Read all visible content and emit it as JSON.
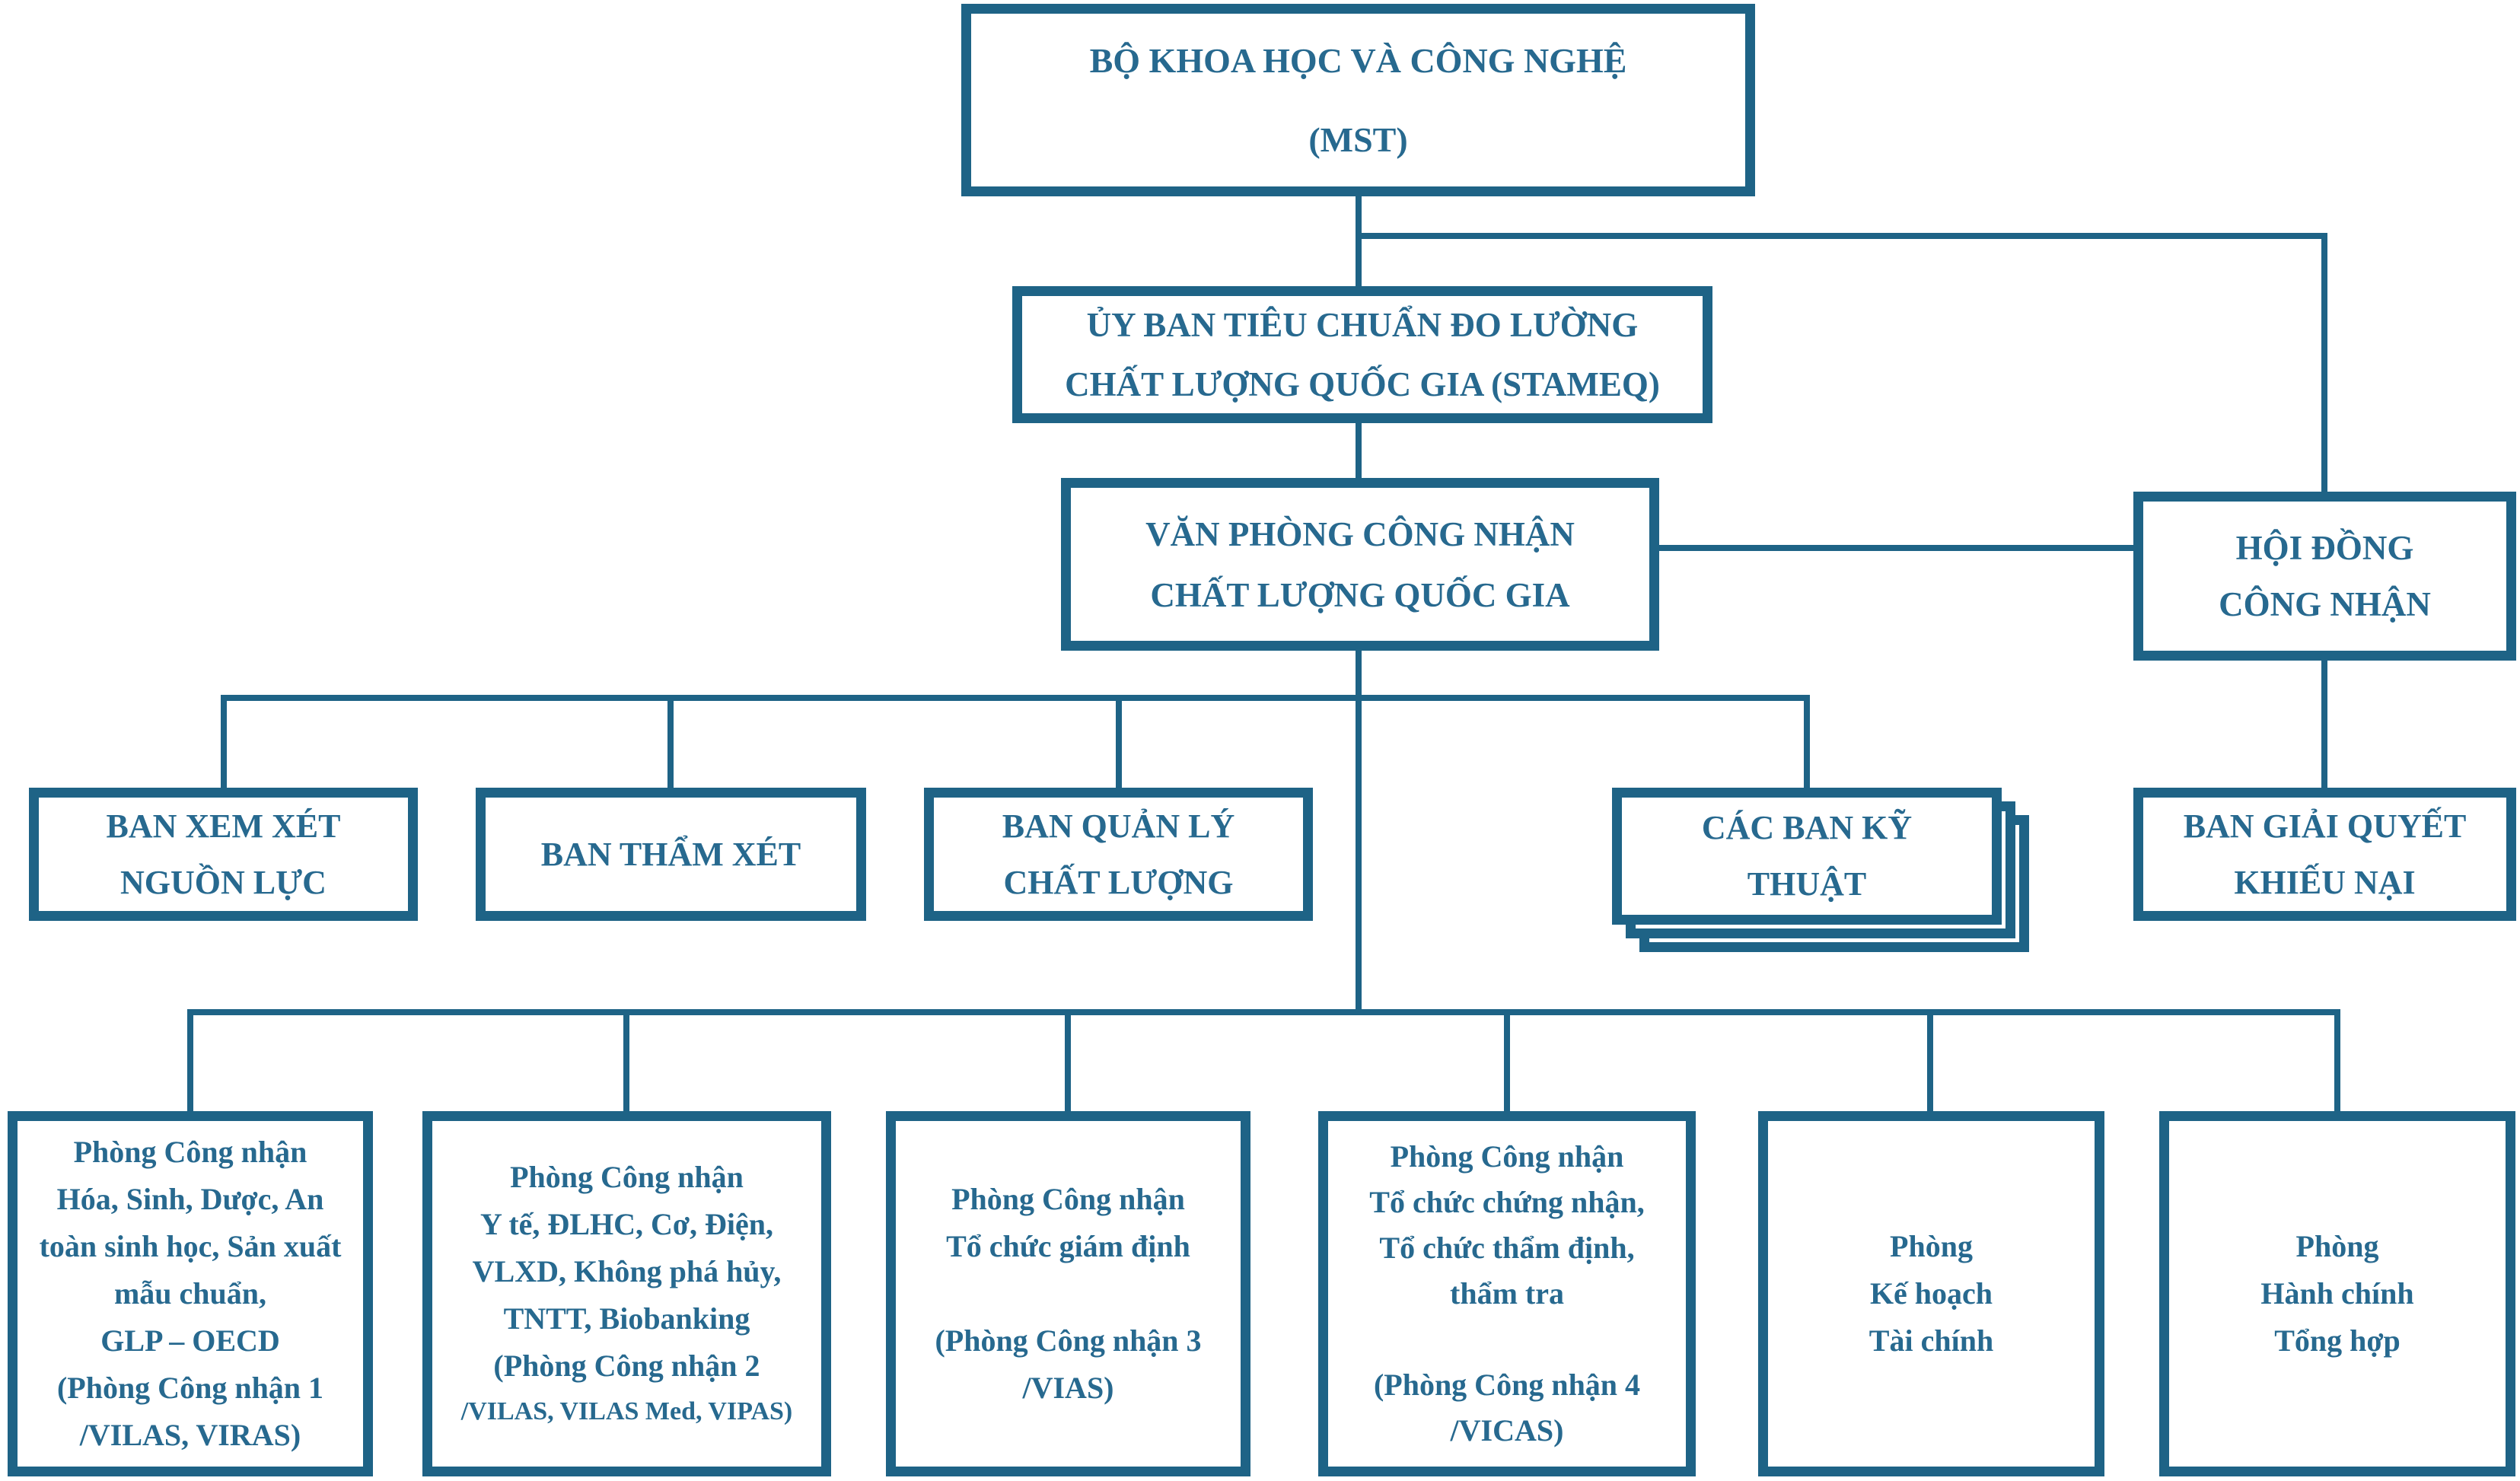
{
  "palette": {
    "line_color": "#1e6386",
    "text_color": "#27698f",
    "background": "#ffffff"
  },
  "nodes": {
    "mst": {
      "label": "BỘ KHOA HỌC VÀ CÔNG NGHỆ\n(MST)"
    },
    "stameq": {
      "label": "ỦY BAN TIÊU CHUẨN ĐO LƯỜNG\nCHẤT LƯỢNG QUỐC GIA (STAMEQ)"
    },
    "vanphong": {
      "label": "VĂN PHÒNG CÔNG NHẬN\nCHẤT LƯỢNG QUỐC GIA"
    },
    "hoidong": {
      "label": "HỘI ĐỒNG\nCÔNG NHẬN"
    },
    "ban_xem_xet": {
      "label": "BAN XEM XÉT\nNGUỒN LỰC"
    },
    "ban_tham_xet": {
      "label": "BAN THẨM XÉT"
    },
    "ban_quan_ly": {
      "label": "BAN QUẢN LÝ\nCHẤT LƯỢNG"
    },
    "cac_ban_ky_thuat": {
      "label": "CÁC BAN KỸ\nTHUẬT"
    },
    "ban_giai_quyet": {
      "label": "BAN GIẢI QUYẾT\nKHIẾU NẠI"
    },
    "phong_cong_nhan_1": {
      "label": "Phòng Công nhận\nHóa, Sinh, Dược, An\ntoàn sinh học, Sản xuất\nmẫu chuẩn,\nGLP – OECD\n(Phòng Công nhận 1\n/VILAS, VIRAS)"
    },
    "phong_cong_nhan_2": {
      "label": "Phòng Công nhận\nY tế, ĐLHC, Cơ, Điện,\nVLXD, Không phá hủy,\nTNTT, Biobanking\n(Phòng Công nhận 2",
      "sublabel": "/VILAS, VILAS Med, VIPAS)"
    },
    "phong_cong_nhan_3": {
      "label": "Phòng Công nhận\nTổ chức giám định\n\n(Phòng Công nhận 3\n/VIAS)"
    },
    "phong_cong_nhan_4": {
      "label": "Phòng Công nhận\nTổ chức chứng nhận,\nTổ chức thẩm định,\nthẩm tra\n\n(Phòng Công nhận 4\n/VICAS)"
    },
    "phong_ke_hoach": {
      "label": "Phòng\nKế hoạch\nTài chính"
    },
    "phong_hanh_chinh": {
      "label": "Phòng\nHành chính\nTổng hợp"
    }
  }
}
